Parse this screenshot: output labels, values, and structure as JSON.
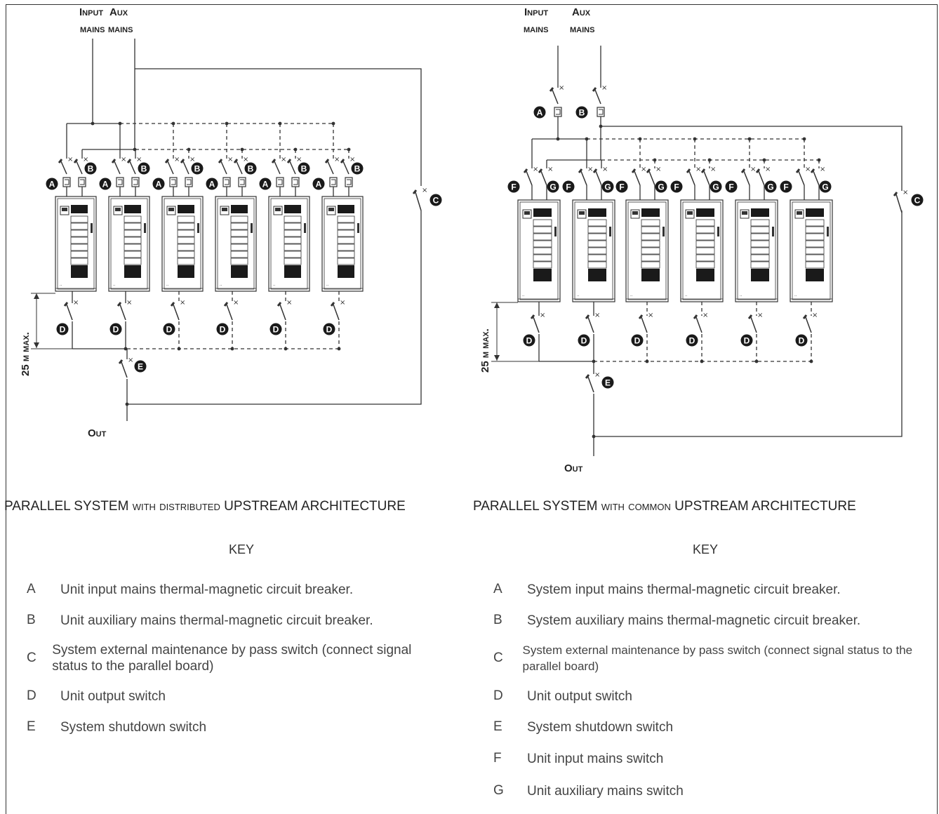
{
  "left": {
    "input_label_1": "Input",
    "input_label_2": "mains",
    "aux_label_1": "Aux",
    "aux_label_2": "mains",
    "out_label": "Out",
    "distance_label": "25 m max.",
    "badge_A": "A",
    "badge_B": "B",
    "badge_C": "C",
    "badge_D": "D",
    "badge_E": "E",
    "caption_a": "PARALLEL SYSTEM",
    "caption_b": "with distributed",
    "caption_c": "UPSTREAM ARCHITECTURE",
    "key_title": "KEY",
    "key": [
      {
        "letter": "A",
        "text": "Unit input mains thermal-magnetic circuit breaker."
      },
      {
        "letter": "B",
        "text": "Unit auxiliary mains thermal-magnetic circuit breaker."
      },
      {
        "letter": "C",
        "text": "System external maintenance by pass switch (connect signal status to the parallel board)"
      },
      {
        "letter": "D",
        "text": "Unit output switch"
      },
      {
        "letter": "E",
        "text": "System shutdown switch"
      }
    ]
  },
  "right": {
    "input_label_1": "Input",
    "input_label_2": "mains",
    "aux_label_1": "Aux",
    "aux_label_2": "mains",
    "out_label": "Out",
    "distance_label": "25 m max.",
    "badge_A": "A",
    "badge_B": "B",
    "badge_C": "C",
    "badge_D": "D",
    "badge_E": "E",
    "badge_F": "F",
    "badge_G": "G",
    "caption_a": "PARALLEL SYSTEM",
    "caption_b": "with common",
    "caption_c": "UPSTREAM ARCHITECTURE",
    "key_title": "KEY",
    "key": [
      {
        "letter": "A",
        "text": "System input mains thermal-magnetic circuit breaker."
      },
      {
        "letter": "B",
        "text": "System auxiliary mains thermal-magnetic circuit breaker."
      },
      {
        "letter": "C",
        "text": "System external maintenance by pass switch (connect signal status to the parallel board)"
      },
      {
        "letter": "D",
        "text": "Unit output switch"
      },
      {
        "letter": "E",
        "text": "System shutdown switch"
      },
      {
        "letter": "F",
        "text": "Unit input mains switch"
      },
      {
        "letter": "G",
        "text": "Unit auxiliary mains switch"
      }
    ]
  },
  "colors": {
    "line": "#333333",
    "badge": "#1a1a1a",
    "ups_fill": "#ffffff",
    "ups_dark": "#1a1a1a"
  }
}
